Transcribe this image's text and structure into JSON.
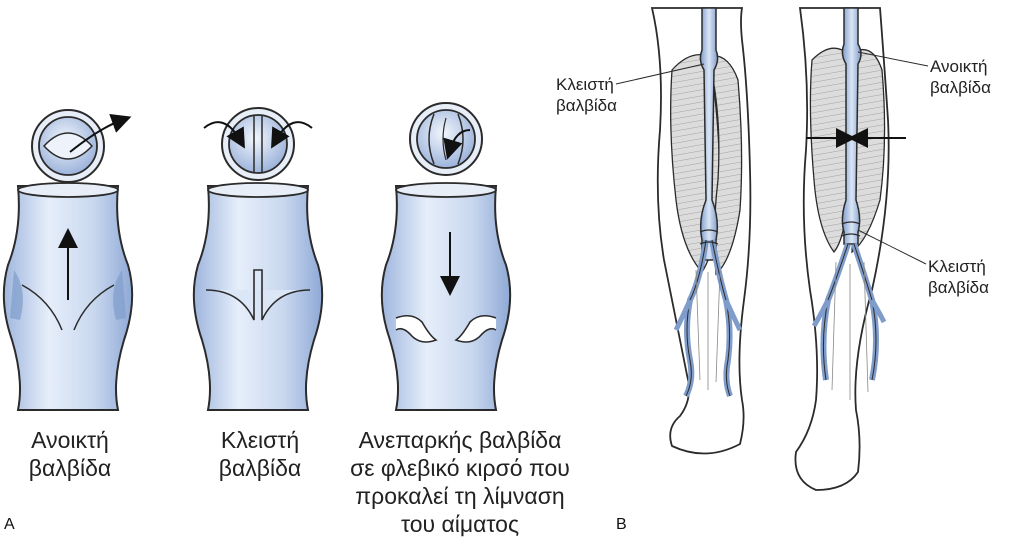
{
  "panel_a": {
    "letter": "A",
    "open_valve": {
      "line1": "Ανοικτή",
      "line2": "βαλβίδα"
    },
    "closed_valve": {
      "line1": "Κλειστή",
      "line2": "βαλβίδα"
    },
    "incompetent_valve": {
      "line1": "Ανεπαρκής βαλβίδα",
      "line2": "σε φλεβικό κιρσό που",
      "line3": "προκαλεί τη λίμναση",
      "line4": "του αίματος"
    }
  },
  "panel_b": {
    "letter": "B",
    "left_leg_label": {
      "line1": "Κλειστή",
      "line2": "βαλβίδα"
    },
    "right_leg_top_label": {
      "line1": "Ανοικτή",
      "line2": "βαλβίδα"
    },
    "right_leg_bottom_label": {
      "line1": "Κλειστή",
      "line2": "βαλβίδα"
    }
  },
  "colors": {
    "vein_fill": "#c6d6ee",
    "vein_dark": "#7f9cca",
    "outline": "#2b2b2b",
    "muscle": "#d8d8d8",
    "muscle_line": "#9a9a9a"
  }
}
